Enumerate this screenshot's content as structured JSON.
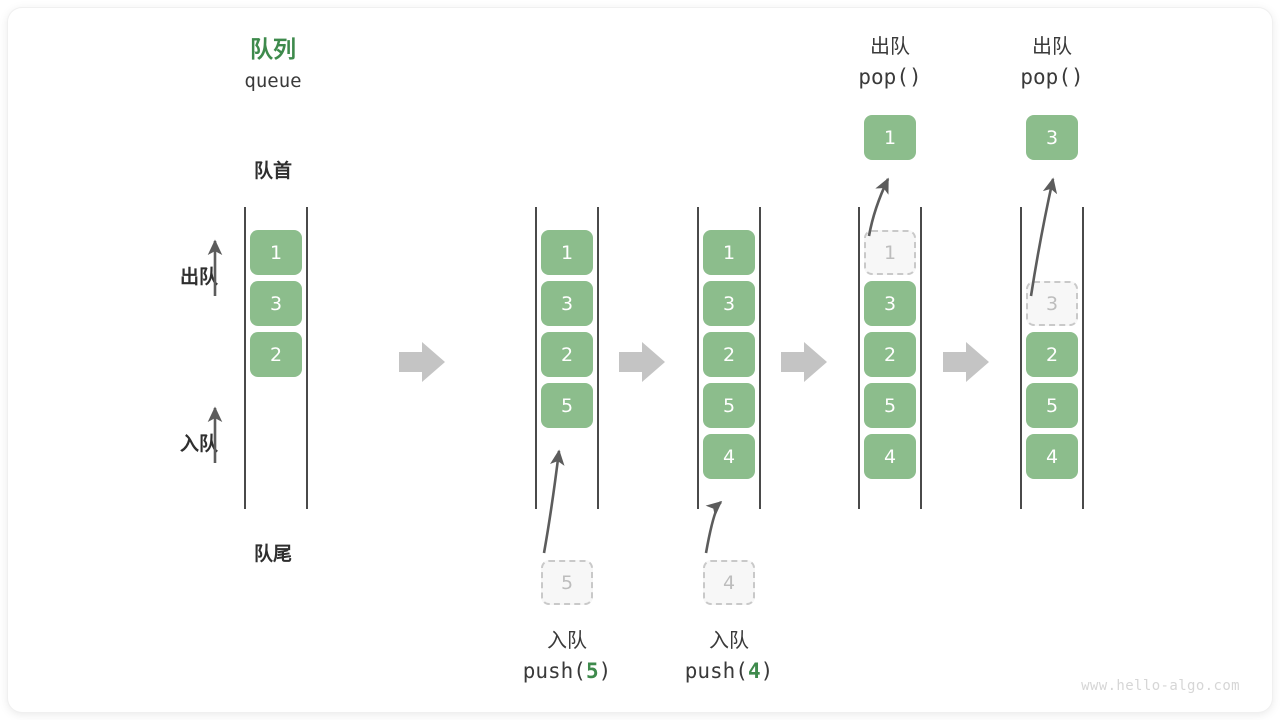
{
  "diagram": {
    "title_cn": "队列",
    "title_en": "queue",
    "front_label": "队首",
    "rear_label": "队尾",
    "dequeue_label": "出队",
    "enqueue_label": "入队",
    "watermark": "www.hello-algo.com",
    "accent_green": "#3e8a4c",
    "cell_green": "#8cbd8c",
    "ghost_gray": "#c9c9c9",
    "arrow_gray": "#5c5c5c",
    "flow_arrow_gray": "#c4c4c4"
  },
  "steps": [
    {
      "id": "initial",
      "top_cn": "",
      "top_code": "",
      "bottom_cn": "",
      "bottom_code_pre": "",
      "bottom_code_num": "",
      "bottom_code_post": "",
      "cells": [
        {
          "value": "1",
          "state": "filled"
        },
        {
          "value": "3",
          "state": "filled"
        },
        {
          "value": "2",
          "state": "filled"
        }
      ],
      "incoming": null,
      "popped": null
    },
    {
      "id": "push-5",
      "top_cn": "",
      "top_code": "",
      "bottom_cn": "入队",
      "bottom_code_pre": "push(",
      "bottom_code_num": "5",
      "bottom_code_post": ")",
      "cells": [
        {
          "value": "1",
          "state": "filled"
        },
        {
          "value": "3",
          "state": "filled"
        },
        {
          "value": "2",
          "state": "filled"
        },
        {
          "value": "5",
          "state": "filled"
        }
      ],
      "incoming": {
        "value": "5"
      },
      "popped": null
    },
    {
      "id": "push-4",
      "top_cn": "",
      "top_code": "",
      "bottom_cn": "入队",
      "bottom_code_pre": "push(",
      "bottom_code_num": "4",
      "bottom_code_post": ")",
      "cells": [
        {
          "value": "1",
          "state": "filled"
        },
        {
          "value": "3",
          "state": "filled"
        },
        {
          "value": "2",
          "state": "filled"
        },
        {
          "value": "5",
          "state": "filled"
        },
        {
          "value": "4",
          "state": "filled"
        }
      ],
      "incoming": {
        "value": "4"
      },
      "popped": null
    },
    {
      "id": "pop-1",
      "top_cn": "出队",
      "top_code": "pop()",
      "bottom_cn": "",
      "bottom_code_pre": "",
      "bottom_code_num": "",
      "bottom_code_post": "",
      "cells": [
        {
          "value": "1",
          "state": "ghost"
        },
        {
          "value": "3",
          "state": "filled"
        },
        {
          "value": "2",
          "state": "filled"
        },
        {
          "value": "5",
          "state": "filled"
        },
        {
          "value": "4",
          "state": "filled"
        }
      ],
      "incoming": null,
      "popped": {
        "value": "1"
      }
    },
    {
      "id": "pop-3",
      "top_cn": "出队",
      "top_code": "pop()",
      "bottom_cn": "",
      "bottom_code_pre": "",
      "bottom_code_num": "",
      "bottom_code_post": "",
      "cells": [
        {
          "value": "",
          "state": "empty"
        },
        {
          "value": "3",
          "state": "ghost"
        },
        {
          "value": "2",
          "state": "filled"
        },
        {
          "value": "5",
          "state": "filled"
        },
        {
          "value": "4",
          "state": "filled"
        }
      ],
      "incoming": null,
      "popped": {
        "value": "3"
      }
    }
  ]
}
